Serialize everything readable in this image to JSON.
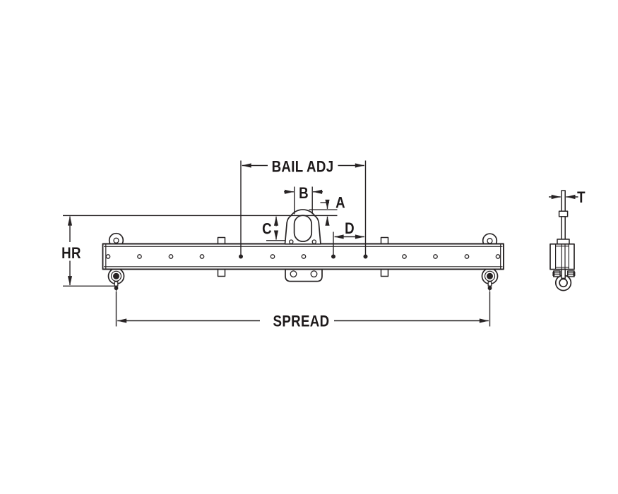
{
  "labels": {
    "bail_adj": "BAIL ADJ",
    "b": "B",
    "a": "A",
    "c": "C",
    "d": "D",
    "hr": "HR",
    "spread": "SPREAD",
    "t": "T"
  },
  "colors": {
    "line": "#272324",
    "background": "#ffffff"
  }
}
